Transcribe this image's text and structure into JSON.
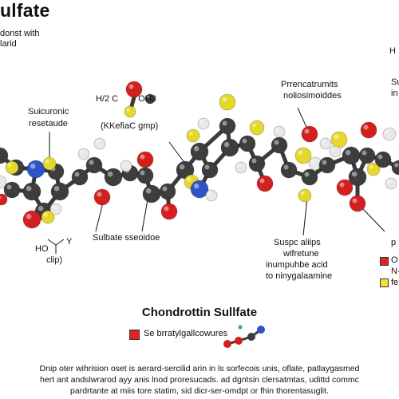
{
  "header": {
    "title": "ulfate",
    "sub_line1": "donst with",
    "sub_line2": "larid"
  },
  "labels": {
    "top_formula_left": "H/2 C",
    "top_formula_right": "OH3",
    "mid_label": "(KKefiaC gmp)",
    "left_label_line1": "Suicuronic",
    "left_label_line2": "resetaude",
    "right_top_line1": "Prrencatrumits",
    "right_top_line2": "noliosimoiddes",
    "edge_top_right_1": "H",
    "edge_right_2": "Su",
    "edge_right_3": "in",
    "bottom_left_ho": "HO",
    "bottom_left_y": "Y",
    "bottom_left_clip": "clip)",
    "sulfate_label": "Sulbate sseoidoe",
    "bottom_right_line1": "Suspc aliips",
    "bottom_right_line2": "wifretune",
    "bottom_right_line3": "inumpuhbe acid",
    "bottom_right_line4": "to ninygalaamine",
    "edge_p": "p",
    "edge_o": "O",
    "edge_n": "N-",
    "edge_fe": "fe"
  },
  "caption": {
    "title": "Chondrottin Sullfate",
    "legend_text": "Se brratylgallcowures",
    "description_line1": "Dnip oter wihrision oset is aerard-sercilid arin in ls sorfecois unis, oflate, patlaygasmed",
    "description_line2": "hert ant andslwrarod ayy anis lnod proresucads. ad dgntsin clersatmtas, udittd commc",
    "description_line3": "pardrtante at miis tore statim, sid dicr-ser-omdpt or fhin thorentasuglit."
  },
  "colors": {
    "carbon": "#3d3d3d",
    "oxygen": "#d41f1f",
    "sulfur": "#e6d82a",
    "nitrogen": "#2f53c7",
    "hydrogen": "#e8e8e8",
    "legend_red": "#e02323",
    "legend_yellow": "#f1e236"
  }
}
